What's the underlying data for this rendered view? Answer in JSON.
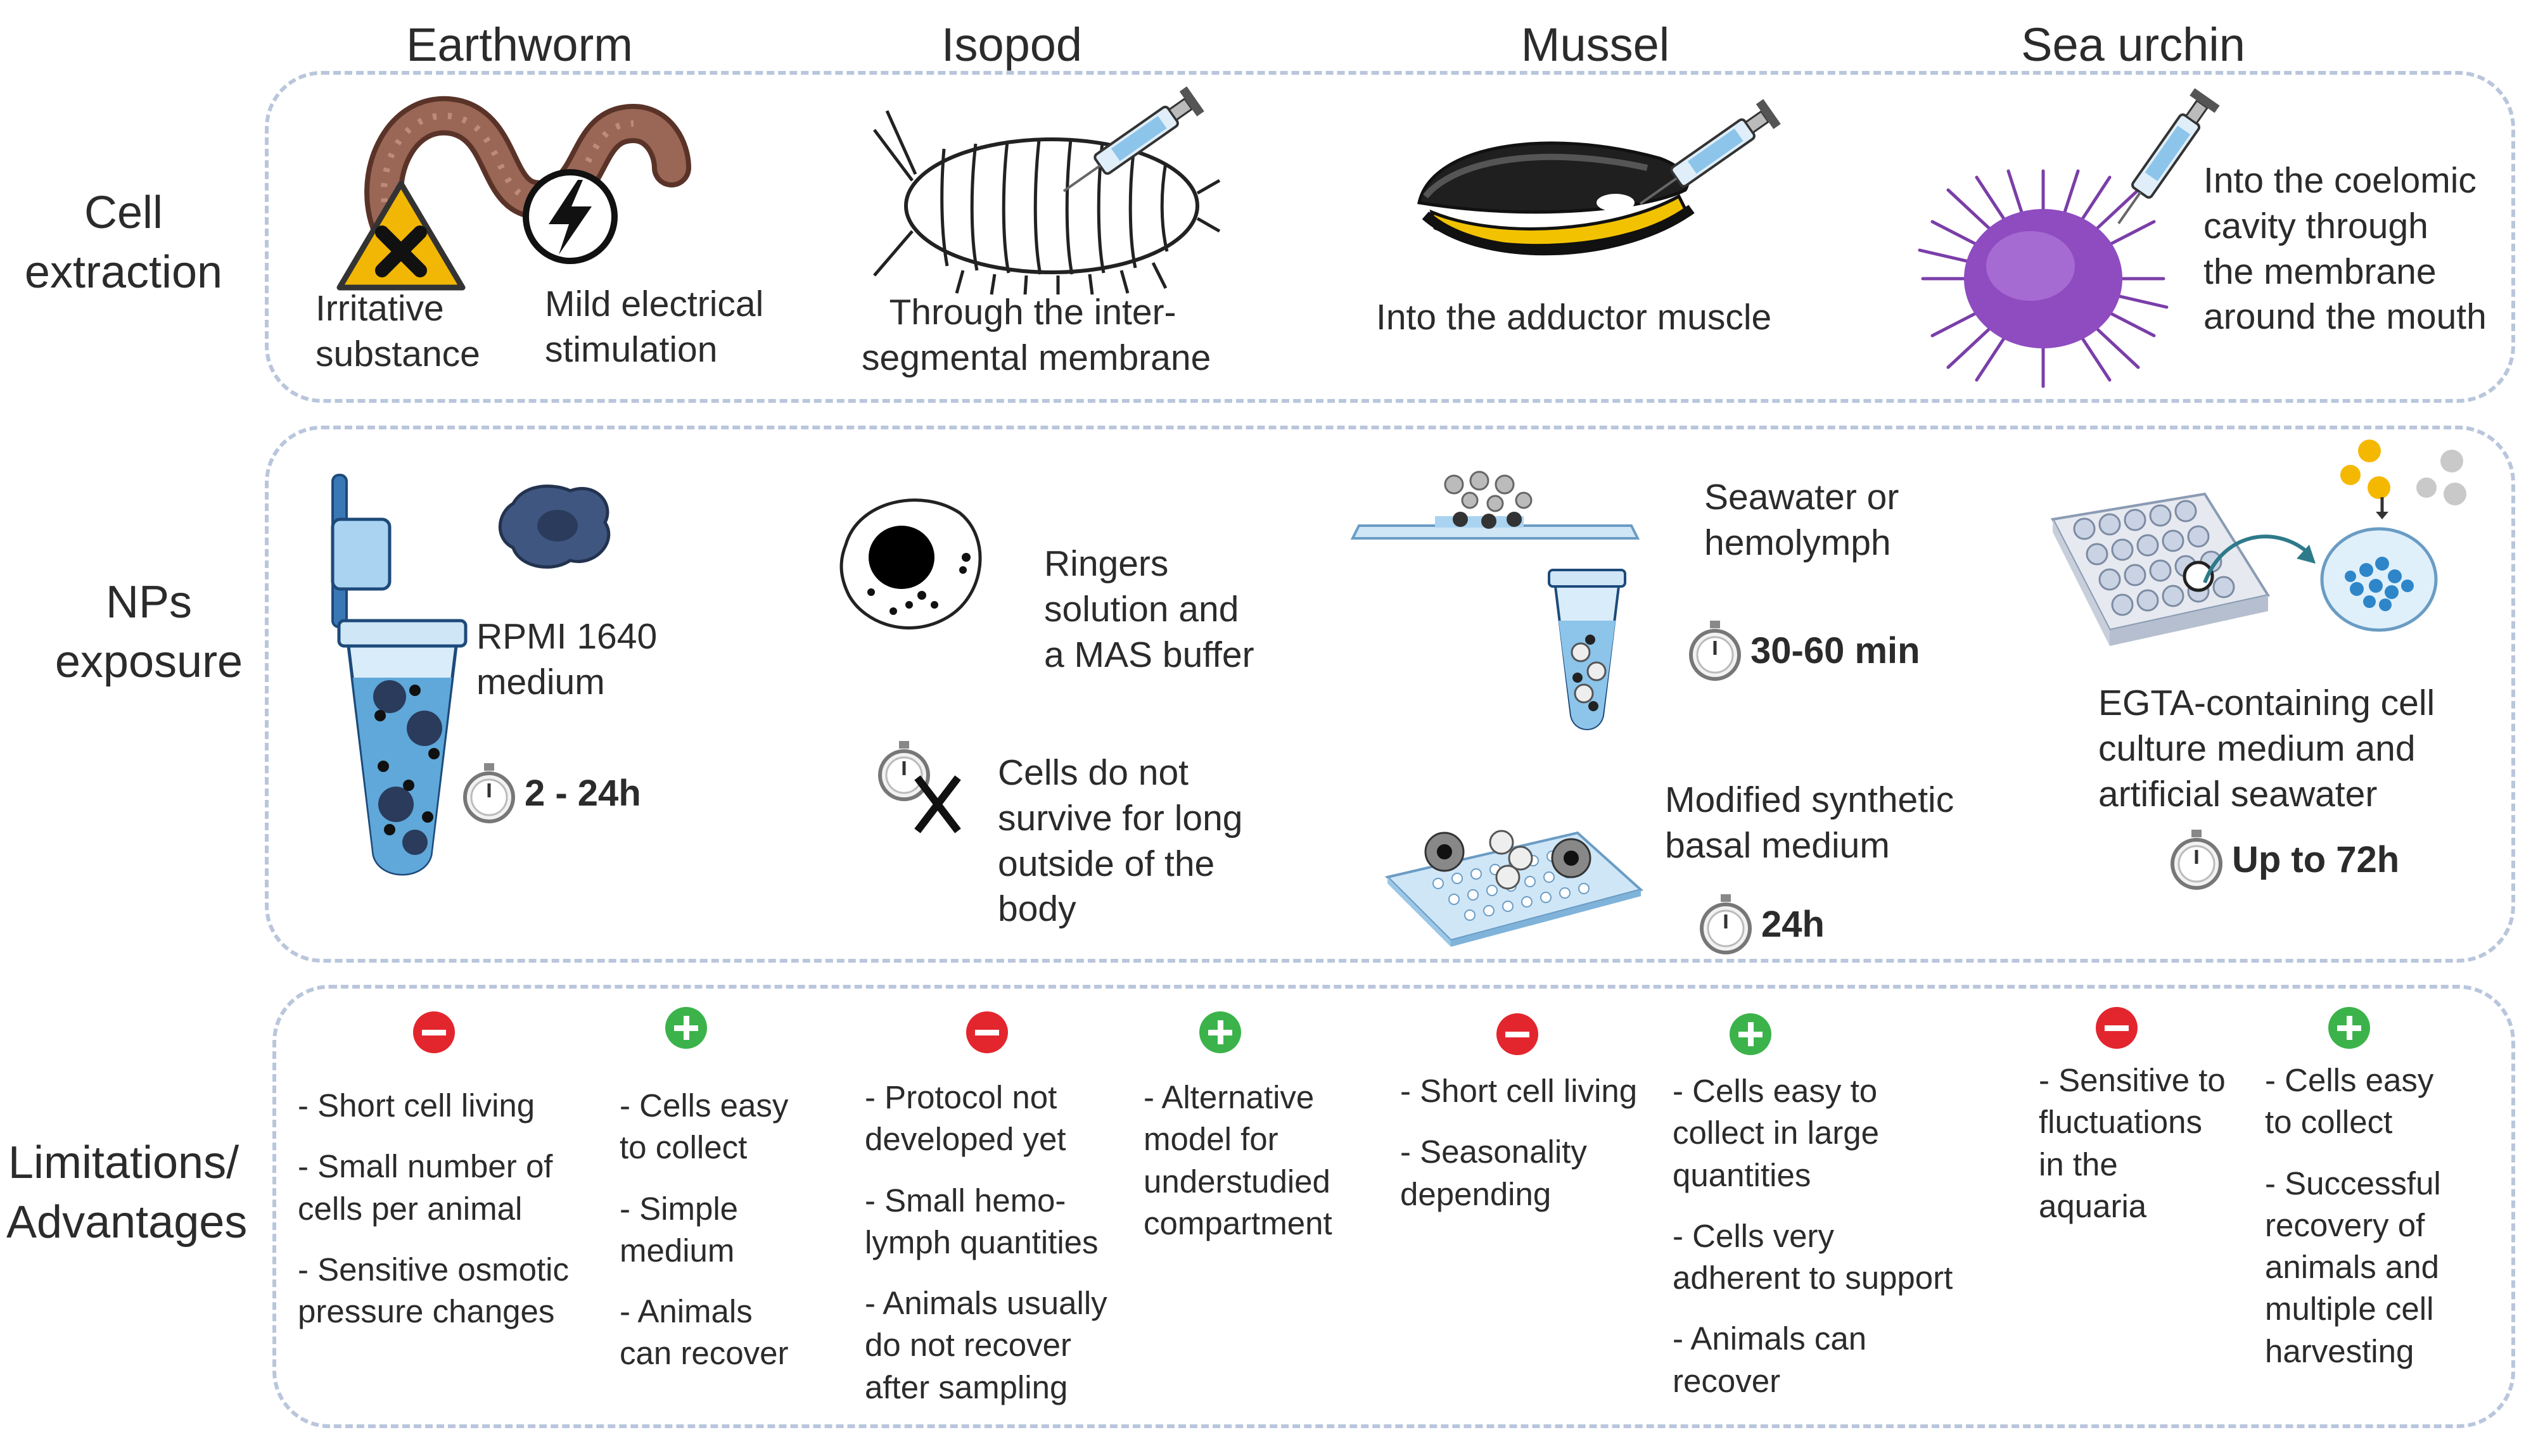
{
  "columns": {
    "earthworm": "Earthworm",
    "isopod": "Isopod",
    "mussel": "Mussel",
    "sea_urchin": "Sea urchin"
  },
  "rows": {
    "cell_extraction": [
      "Cell",
      "extraction"
    ],
    "nps_exposure": [
      "NPs",
      "exposure"
    ],
    "limitations": [
      "Limitations/",
      "Advantages"
    ]
  },
  "extraction": {
    "earthworm_irritative": [
      "Irritative",
      "substance"
    ],
    "earthworm_electrical": [
      "Mild electrical",
      "stimulation"
    ],
    "isopod": [
      "Through the inter-",
      "segmental membrane"
    ],
    "mussel": [
      "Into the adductor muscle"
    ],
    "sea_urchin": [
      "Into the coelomic",
      "cavity through",
      "the membrane",
      "around the mouth"
    ]
  },
  "exposure": {
    "earthworm_medium": [
      "RPMI 1640",
      "medium"
    ],
    "earthworm_time": "2 - 24h",
    "isopod_medium": [
      "Ringers",
      "solution and",
      "a MAS buffer"
    ],
    "isopod_note": [
      "Cells do not",
      "survive for long",
      "outside of the",
      "body"
    ],
    "mussel_medium": [
      "Seawater or",
      "hemolymph"
    ],
    "mussel_time": "30-60 min",
    "mussel_medium2": [
      "Modified synthetic",
      "basal medium"
    ],
    "mussel_time2": "24h",
    "urchin_medium": [
      "EGTA-containing cell",
      "culture medium and",
      "artificial seawater"
    ],
    "urchin_time": "Up to 72h"
  },
  "limits": {
    "earthworm_minus": [
      [
        "- Short cell living"
      ],
      [
        "- Small number of",
        "cells per animal"
      ],
      [
        "- Sensitive osmotic",
        "pressure changes"
      ]
    ],
    "earthworm_plus": [
      [
        "- Cells easy",
        "to collect"
      ],
      [
        "- Simple",
        "medium"
      ],
      [
        "- Animals",
        "can recover"
      ]
    ],
    "isopod_minus": [
      [
        "- Protocol not",
        "developed yet"
      ],
      [
        "- Small hemo-",
        "lymph quantities"
      ],
      [
        "- Animals usually",
        "do not recover",
        "after sampling"
      ]
    ],
    "isopod_plus": [
      [
        "- Alternative",
        "model for",
        "understudied",
        "compartment"
      ]
    ],
    "mussel_minus": [
      [
        "- Short cell living"
      ],
      [
        "- Seasonality",
        "depending"
      ]
    ],
    "mussel_plus": [
      [
        "- Cells easy to",
        "collect in large",
        "quantities"
      ],
      [
        "- Cells very",
        "adherent to support"
      ],
      [
        "- Animals can",
        "recover"
      ]
    ],
    "urchin_minus": [
      [
        "- Sensitive to",
        "fluctuations",
        "in the",
        "aquaria"
      ]
    ],
    "urchin_plus": [
      [
        "- Cells easy",
        "to collect"
      ],
      [
        "- Successful",
        "recovery of",
        "animals and",
        "multiple cell",
        "harvesting"
      ]
    ]
  },
  "colors": {
    "panel_border": "#b9c6dc",
    "minus_sign": "#e3262e",
    "plus_sign": "#3bb34a",
    "worm": "#8a5a4a",
    "hazard": "#f2b705",
    "urchin": "#7a3ea8",
    "mussel_band": "#f2c200",
    "tube_liquid": "#5fa8d9"
  },
  "icons": [
    "earthworm-icon",
    "hazard-icon",
    "lightning-icon",
    "isopod-icon",
    "syringe-icon",
    "mussel-icon",
    "sea-urchin-icon",
    "tube-icon",
    "cell-icon",
    "stopwatch-icon",
    "cross-icon",
    "slide-icon",
    "well-plate-icon",
    "petri-dish-icon",
    "minus-icon",
    "plus-icon"
  ]
}
